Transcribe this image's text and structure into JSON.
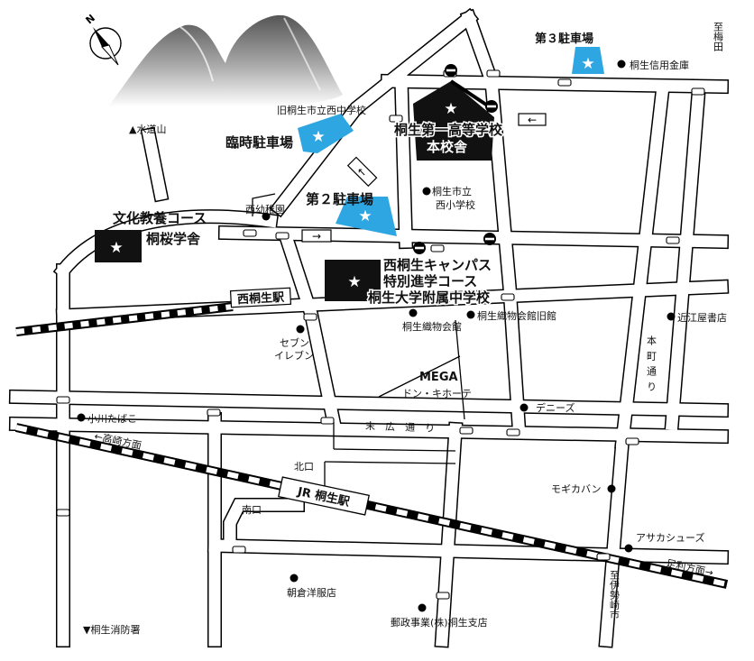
{
  "map": {
    "north_letter": "N",
    "stations": {
      "jr_kiryu": "JR 桐生駅",
      "nishi_kiryu": "西桐生駅",
      "north_exit": "北口",
      "south_exit": "南口"
    },
    "schools": {
      "main_campus_line1": "桐生第一高等学校",
      "main_campus_line2": "本校舎",
      "west_campus_line1": "西桐生キャンパス",
      "west_campus_line2": "特別進学コース",
      "west_campus_line3": "桐生大学附属中学校",
      "culture_course_line1": "文化教養コース",
      "culture_course_line2": "桐桜学舎"
    },
    "parking": {
      "temporary": "臨時駐車場",
      "lot2": "第２駐車場",
      "lot3": "第３駐車場"
    },
    "landmarks": {
      "old_nishi_jhs": "旧桐生市立西中学校",
      "nishi_es_line1": "桐生市立",
      "nishi_es_line2": "西小学校",
      "nishi_kindergarten": "西幼稚園",
      "suidoyama": "▲水道山",
      "textile_hall": "桐生織物会館",
      "textile_hall_old": "桐生織物会館旧館",
      "seven_eleven_line1": "セブン",
      "seven_eleven_line2": "イレブン",
      "omiya_bookstore": "近江屋書店",
      "mega_line1": "MEGA",
      "mega_line2": "ドン・キホーテ",
      "dennys": "デニーズ",
      "ogawa_tabako": "小川たばこ",
      "mogi_kaban": "モギカバン",
      "asaka_shoes": "アサカシューズ",
      "asakura_clothing": "朝倉洋服店",
      "kiryu_bank": "桐生信用金庫",
      "post_office": "郵政事業(株)桐生支店",
      "fire_station": "▼桐生消防署"
    },
    "roads": {
      "suehiro_dori": "末　広　通　り",
      "honcho_dori": "本町通り",
      "to_takasaki": "←高崎方面",
      "to_ashikaga": "足利方面→",
      "to_umeda": "至梅田",
      "to_isesaki": "至伊勢崎市"
    },
    "colors": {
      "parking": "#2ea6e2",
      "building": "#111111",
      "road_outline": "#000000"
    }
  }
}
